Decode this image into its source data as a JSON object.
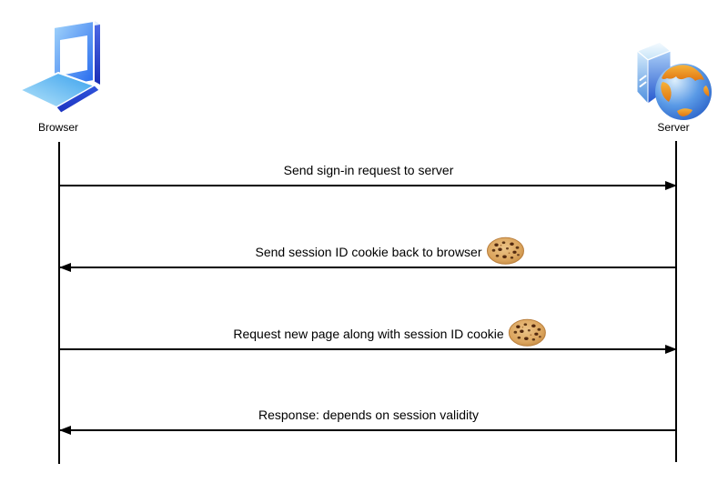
{
  "diagram": {
    "kind": "sequence-diagram",
    "background": "#ffffff",
    "actors": [
      {
        "id": "browser",
        "label": "Browser",
        "icon": "laptop-browser-icon"
      },
      {
        "id": "server",
        "label": "Server",
        "icon": "server-globe-icon"
      }
    ],
    "messages": [
      {
        "text": "Send sign-in request to server",
        "from": "browser",
        "to": "server",
        "cookie_icon": false
      },
      {
        "text": "Send session ID cookie back to browser",
        "from": "server",
        "to": "browser",
        "cookie_icon": true
      },
      {
        "text": "Request new page along with session ID cookie",
        "from": "browser",
        "to": "server",
        "cookie_icon": true
      },
      {
        "text": "Response: depends on session validity",
        "from": "server",
        "to": "browser",
        "cookie_icon": false
      }
    ],
    "colors": {
      "line": "#000000",
      "text": "#000000",
      "laptop_blue_light": "#a4d6fb",
      "laptop_blue_dark": "#2166ee",
      "edge_dark_blue": "#2342cf",
      "server_face_light": "#d6ecfc",
      "server_face_dark": "#2457ce",
      "globe_ocean": "#4285db",
      "globe_land": "#ef9420",
      "cookie_body": "#dba55e",
      "cookie_chip": "#53290f"
    }
  }
}
